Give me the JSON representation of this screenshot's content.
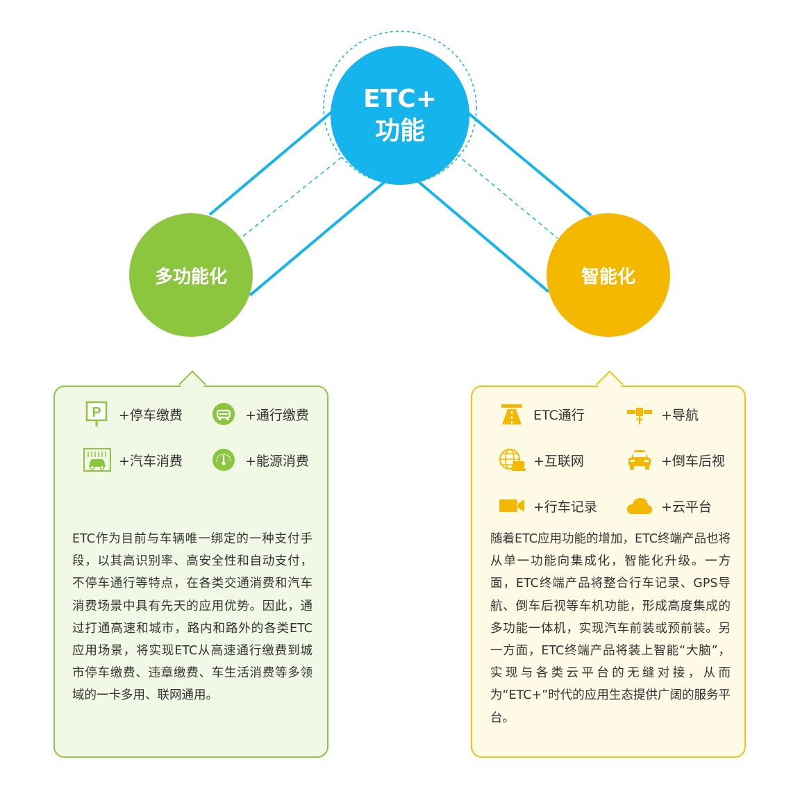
{
  "center_node": {
    "line1": "ETC+",
    "line2": "功能",
    "color": "#16b4ec"
  },
  "left_node": {
    "label": "多功能化",
    "color": "#8cc63f"
  },
  "right_node": {
    "label": "智能化",
    "color": "#f5b800"
  },
  "connector_color": "#16b4ec",
  "left_card": {
    "border_color": "#8cc63f",
    "features": [
      {
        "icon": "parking-sign-icon",
        "label": "+停车缴费"
      },
      {
        "icon": "toll-road-car-icon",
        "label": "+通行缴费"
      },
      {
        "icon": "car-wash-icon",
        "label": "+汽车消费"
      },
      {
        "icon": "fuel-gauge-icon",
        "label": "+能源消费"
      }
    ],
    "description": "ETC作为目前与车辆唯一绑定的一种支付手段，以其高识别率、高安全性和自动支付，不停车通行等特点，在各类交通消费和汽车消费场景中具有先天的应用优势。因此，通过打通高速和城市，路内和路外的各类ETC应用场景，将实现ETC从高速通行缴费到城市停车缴费、违章缴费、车生活消费等多领域的一卡多用、联网通用。"
  },
  "right_card": {
    "border_color": "#f5c110",
    "features": [
      {
        "icon": "highway-icon",
        "label": "ETC通行"
      },
      {
        "icon": "satellite-icon",
        "label": "+导航"
      },
      {
        "icon": "globe-network-icon",
        "label": "+互联网"
      },
      {
        "icon": "car-rear-icon",
        "label": "+倒车后视"
      },
      {
        "icon": "video-camera-icon",
        "label": "+行车记录"
      },
      {
        "icon": "cloud-icon",
        "label": "+云平台"
      }
    ],
    "description": "随着ETC应用功能的增加，ETC终端产品也将从单一功能向集成化，智能化升级。一方面，ETC终端产品将整合行车记录、GPS导航、倒车后视等车机功能，形成高度集成的多功能一体机，实现汽车前装或预前装。另一方面，ETC终端产品将装上智能“大脑”，实现与各类云平台的无缝对接，从而为“ETC+”时代的应用生态提供广阔的服务平台。"
  }
}
